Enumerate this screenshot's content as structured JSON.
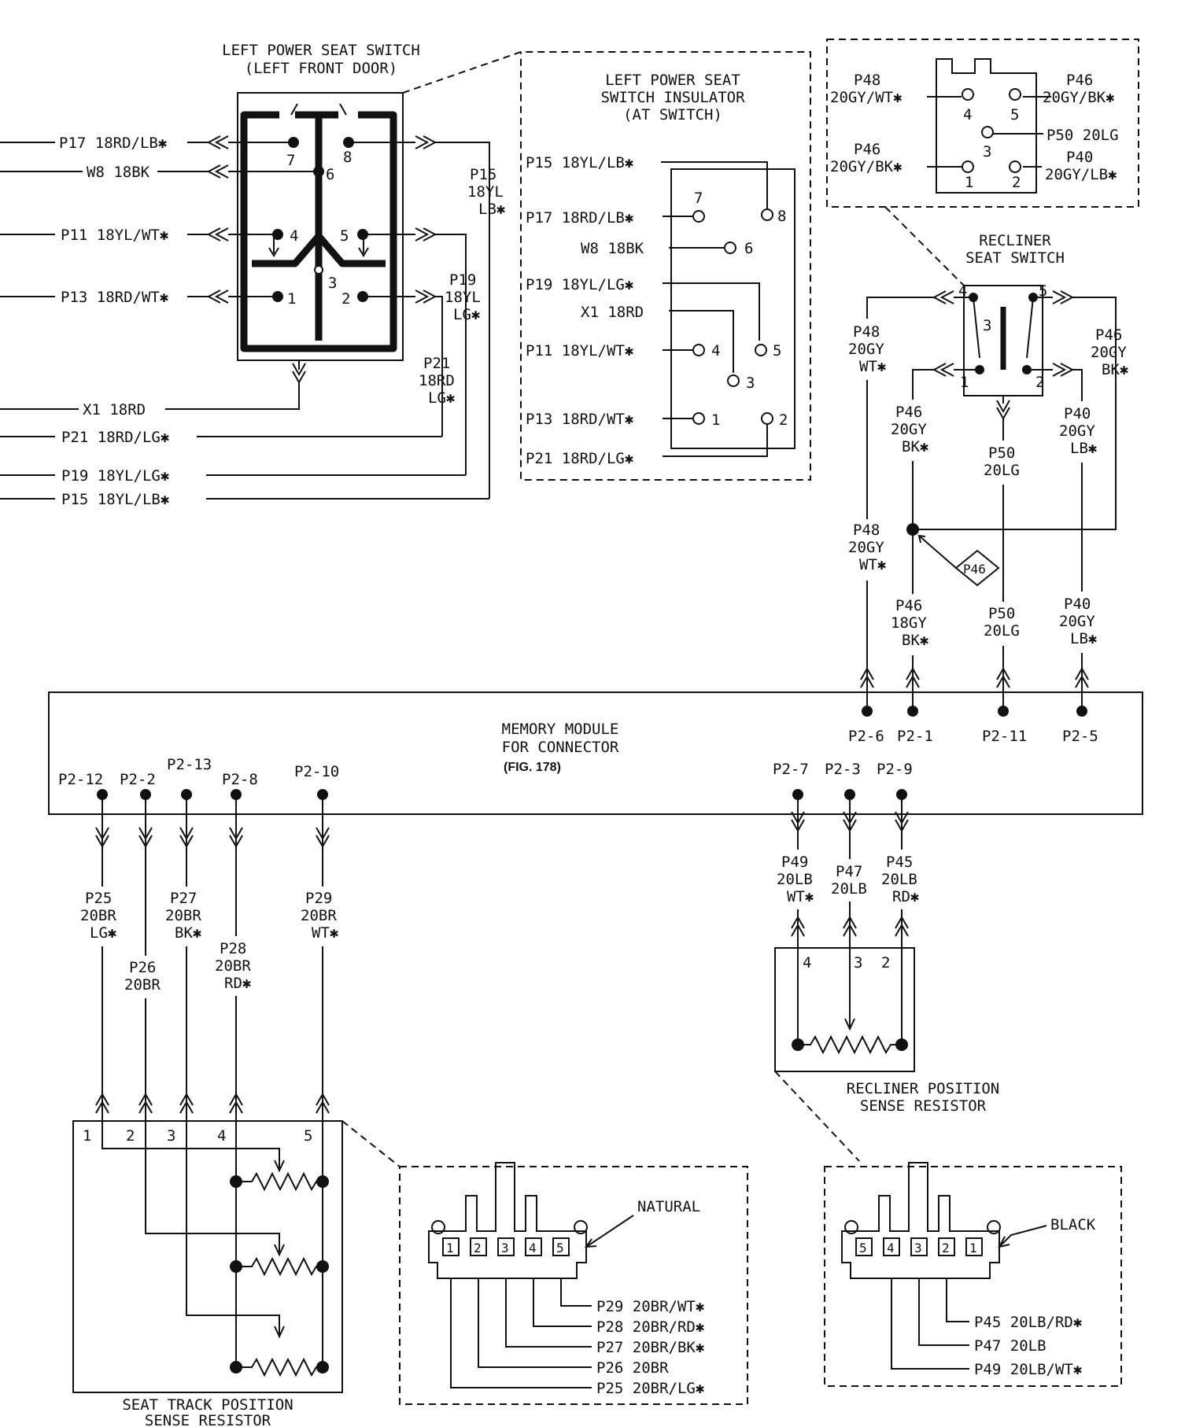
{
  "switch": {
    "title": [
      "LEFT POWER SEAT SWITCH",
      "(LEFT FRONT DOOR)"
    ],
    "pins": [
      "7",
      "8",
      "6",
      "4",
      "5",
      "1",
      "3",
      "2"
    ],
    "inner_labels": [
      "P15",
      "18YL",
      "LB✱",
      "P19",
      "18YL",
      "LG✱",
      "P21",
      "18RD",
      "LG✱"
    ]
  },
  "left_wires": [
    "P17 18RD/LB✱",
    "W8 18BK",
    "P11 18YL/WT✱",
    "P13 18RD/WT✱",
    "X1 18RD",
    "P21 18RD/LG✱",
    "P19 18YL/LG✱",
    "P15 18YL/LB✱"
  ],
  "insulator": {
    "title": [
      "LEFT POWER SEAT",
      "SWITCH INSULATOR",
      "(AT SWITCH)"
    ],
    "wires": [
      "P15 18YL/LB✱",
      "P17 18RD/LB✱",
      "W8 18BK",
      "P19 18YL/LG✱",
      "X1 18RD",
      "P11 18YL/WT✱",
      "P13 18RD/WT✱",
      "P21 18RD/LG✱"
    ],
    "pins": [
      "7",
      "8",
      "6",
      "4",
      "5",
      "3",
      "1",
      "2"
    ]
  },
  "recliner_connector": {
    "labels": [
      "P48",
      "20GY/WT✱",
      "P46",
      "20GY/BK✱",
      "P50 20LG",
      "P46",
      "20GY/BK✱",
      "P40",
      "20GY/LB✱"
    ],
    "pins": [
      "4",
      "5",
      "3",
      "1",
      "2"
    ]
  },
  "recliner_switch": {
    "title": [
      "RECLINER",
      "SEAT SWITCH"
    ],
    "pins": [
      "4",
      "5",
      "3",
      "1",
      "2"
    ]
  },
  "recliner_wires": [
    "P48",
    "20GY",
    "WT✱",
    "P46",
    "20GY",
    "BK✱",
    "P46",
    "20GY",
    "BK✱",
    "P50",
    "20LG",
    "P40",
    "20GY",
    "LB✱",
    "P48",
    "20GY",
    "WT✱",
    "P46",
    "18GY",
    "BK✱",
    "P50",
    "20LG",
    "P40",
    "20GY",
    "LB✱"
  ],
  "splice_label": "P46",
  "module": {
    "title": [
      "MEMORY MODULE",
      "FOR CONNECTOR"
    ],
    "fig": "(FIG. 178)",
    "top_pins": [
      "P2-6",
      "P2-1",
      "P2-11",
      "P2-5"
    ],
    "bottom_pins": [
      "P2-12",
      "P2-2",
      "P2-13",
      "P2-8",
      "P2-10",
      "P2-7",
      "P2-3",
      "P2-9"
    ]
  },
  "track_wires": [
    "P25",
    "20BR",
    "LG✱",
    "P26",
    "20BR",
    "P27",
    "20BR",
    "BK✱",
    "P28",
    "20BR",
    "RD✱",
    "P29",
    "20BR",
    "WT✱"
  ],
  "recliner_sense_wires": [
    "P49",
    "20LB",
    "WT✱",
    "P47",
    "20LB",
    "P45",
    "20LB",
    "RD✱"
  ],
  "recliner_sense": {
    "pins": [
      "4",
      "3",
      "2"
    ],
    "title": [
      "RECLINER POSITION",
      "SENSE RESISTOR"
    ]
  },
  "track_sense": {
    "pins": [
      "1",
      "2",
      "3",
      "4",
      "5"
    ],
    "title": [
      "SEAT TRACK POSITION",
      "SENSE RESISTOR"
    ]
  },
  "natural_connector": {
    "color": "NATURAL",
    "pins": [
      "1",
      "2",
      "3",
      "4",
      "5"
    ],
    "wires": [
      "P29 20BR/WT✱",
      "P28 20BR/RD✱",
      "P27 20BR/BK✱",
      "P26 20BR",
      "P25 20BR/LG✱"
    ]
  },
  "black_connector": {
    "color": "BLACK",
    "pins": [
      "5",
      "4",
      "3",
      "2",
      "1"
    ],
    "wires": [
      "P45 20LB/RD✱",
      "P47 20LB",
      "P49 20LB/WT✱"
    ]
  }
}
